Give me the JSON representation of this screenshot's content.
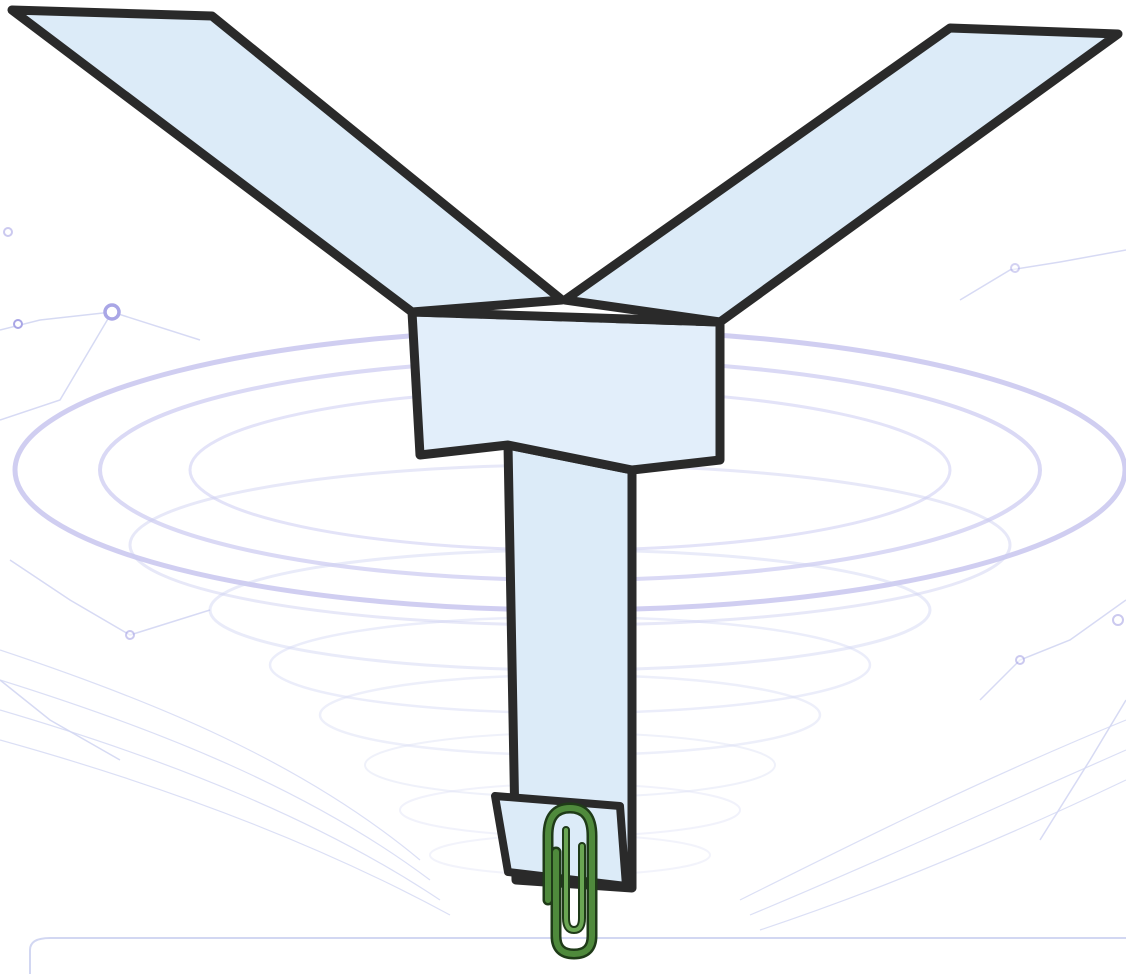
{
  "diagram": {
    "subject": "paper-helicopter",
    "parts": [
      {
        "id": "left-rotor-blade",
        "kind": "blade"
      },
      {
        "id": "right-rotor-blade",
        "kind": "blade"
      },
      {
        "id": "fold-line",
        "kind": "dashed-fold"
      },
      {
        "id": "body-panel",
        "kind": "panel"
      },
      {
        "id": "stem",
        "kind": "strip"
      },
      {
        "id": "folded-tip",
        "kind": "fold"
      },
      {
        "id": "paperclip",
        "kind": "weight"
      }
    ]
  },
  "colors": {
    "paper_fill": "#dcebf8",
    "paper_fill_light": "#e9f3fc",
    "outline": "#2a2a2a",
    "paperclip": "#4f8a3c",
    "ripple": "#a9a6e6",
    "ripple_light": "#cfd3f1",
    "network": "#b7bdeb",
    "floor_line": "#c7cdef"
  }
}
